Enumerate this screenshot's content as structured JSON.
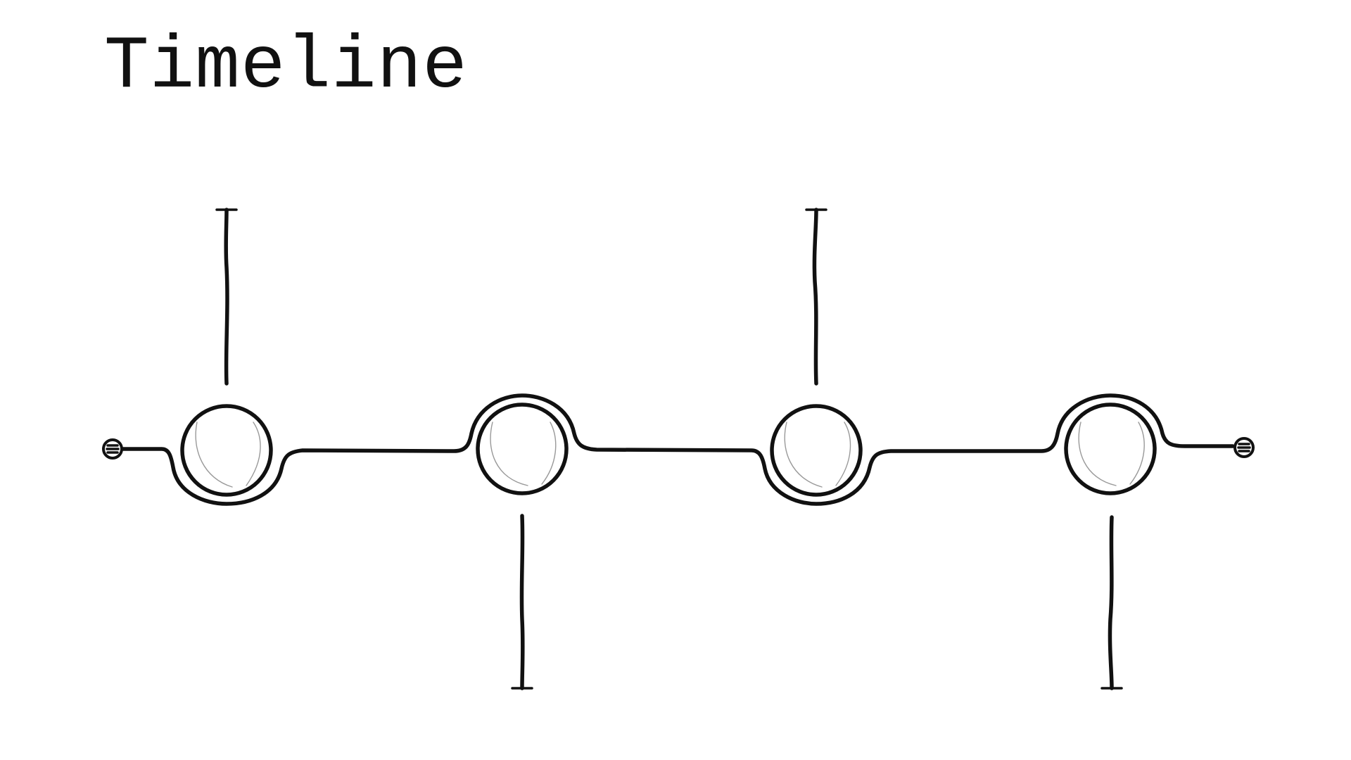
{
  "title": "Timeline",
  "colors": {
    "ink": "#111111",
    "background": "#ffffff"
  },
  "milestones": [
    {
      "id": 1,
      "stem": "up"
    },
    {
      "id": 2,
      "stem": "down"
    },
    {
      "id": 3,
      "stem": "up"
    },
    {
      "id": 4,
      "stem": "down"
    }
  ],
  "end_icons": [
    "start-endpoint-icon",
    "end-endpoint-icon"
  ]
}
